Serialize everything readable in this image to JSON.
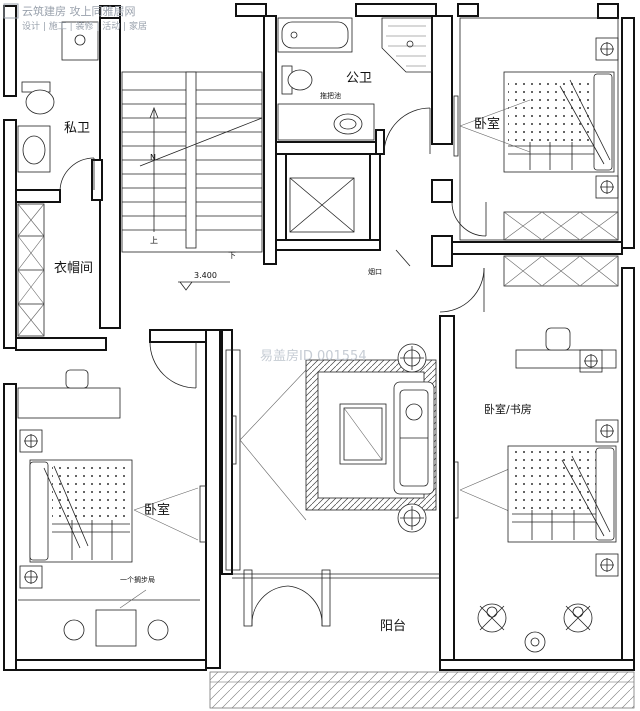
{
  "watermark": {
    "brand": "云筑建房 攻上同雅居网",
    "tagline": "设计 | 施工 | 装修 | 活动 | 家居",
    "id_text": "易盖房ID 001554"
  },
  "rooms": {
    "private_bath": "私卫",
    "public_bath": "公卫",
    "cloakroom": "衣帽间",
    "bedroom_top_right": "卧室",
    "bedroom_left": "卧室",
    "bedroom_study": "卧室/书房",
    "balcony": "阳台"
  },
  "annotations": {
    "stair_up": "上",
    "stair_down": "下",
    "stair_north": "N",
    "elevation": "3.400",
    "mop_pool": "拖把池",
    "vent": "烟口",
    "bench": "一个搁步局"
  }
}
